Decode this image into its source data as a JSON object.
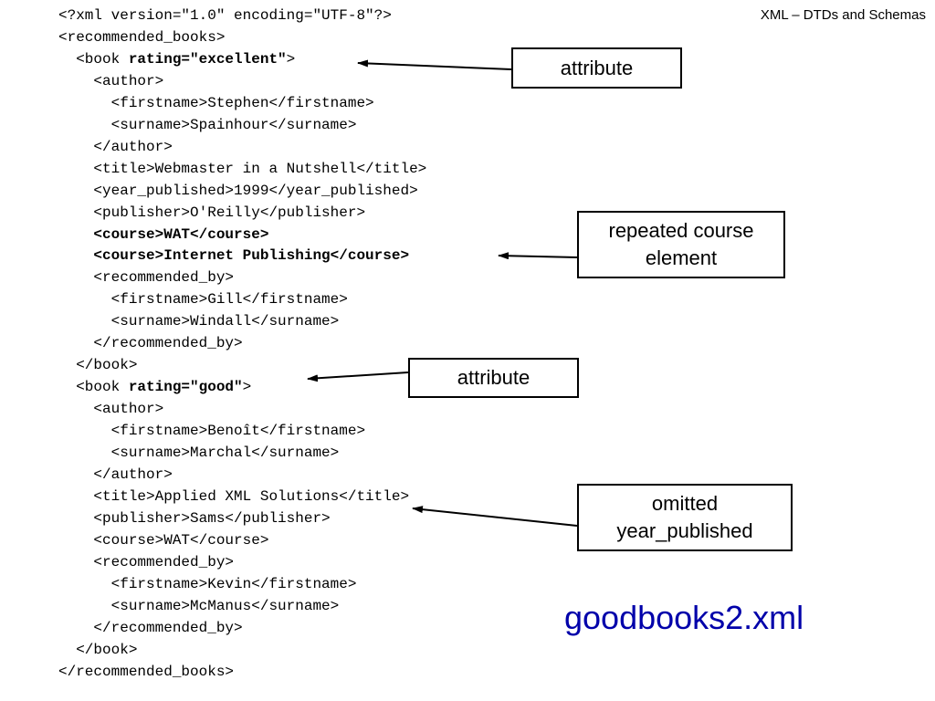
{
  "header": {
    "title": "XML – DTDs and Schemas"
  },
  "code_lines": [
    [
      {
        "t": "<?xml version=\"1.0\" encoding=\"UTF-8\"?>",
        "b": false
      }
    ],
    [
      {
        "t": "<recommended_books>",
        "b": false
      }
    ],
    [
      {
        "t": "  <book ",
        "b": false
      },
      {
        "t": "rating=\"excellent\"",
        "b": true
      },
      {
        "t": ">",
        "b": false
      }
    ],
    [
      {
        "t": "    <author>",
        "b": false
      }
    ],
    [
      {
        "t": "      <firstname>Stephen</firstname>",
        "b": false
      }
    ],
    [
      {
        "t": "      <surname>Spainhour</surname>",
        "b": false
      }
    ],
    [
      {
        "t": "    </author>",
        "b": false
      }
    ],
    [
      {
        "t": "    <title>Webmaster in a Nutshell</title>",
        "b": false
      }
    ],
    [
      {
        "t": "    <year_published>1999</year_published>",
        "b": false
      }
    ],
    [
      {
        "t": "    <publisher>O'Reilly</publisher>",
        "b": false
      }
    ],
    [
      {
        "t": "    <course>WAT</course>",
        "b": true
      }
    ],
    [
      {
        "t": "    <course>Internet Publishing</course>",
        "b": true
      }
    ],
    [
      {
        "t": "    <recommended_by>",
        "b": false
      }
    ],
    [
      {
        "t": "      <firstname>Gill</firstname>",
        "b": false
      }
    ],
    [
      {
        "t": "      <surname>Windall</surname>",
        "b": false
      }
    ],
    [
      {
        "t": "    </recommended_by>",
        "b": false
      }
    ],
    [
      {
        "t": "  </book>",
        "b": false
      }
    ],
    [
      {
        "t": "  <book ",
        "b": false
      },
      {
        "t": "rating=\"good\"",
        "b": true
      },
      {
        "t": ">",
        "b": false
      }
    ],
    [
      {
        "t": "    <author>",
        "b": false
      }
    ],
    [
      {
        "t": "      <firstname>Benoît</firstname>",
        "b": false
      }
    ],
    [
      {
        "t": "      <surname>Marchal</surname>",
        "b": false
      }
    ],
    [
      {
        "t": "    </author>",
        "b": false
      }
    ],
    [
      {
        "t": "    <title>Applied XML Solutions</title>",
        "b": false
      }
    ],
    [
      {
        "t": "    <publisher>Sams</publisher>",
        "b": false
      }
    ],
    [
      {
        "t": "    <course>WAT</course>",
        "b": false
      }
    ],
    [
      {
        "t": "    <recommended_by>",
        "b": false
      }
    ],
    [
      {
        "t": "      <firstname>Kevin</firstname>",
        "b": false
      }
    ],
    [
      {
        "t": "      <surname>McManus</surname>",
        "b": false
      }
    ],
    [
      {
        "t": "    </recommended_by>",
        "b": false
      }
    ],
    [
      {
        "t": "  </book>",
        "b": false
      }
    ],
    [
      {
        "t": "</recommended_books>",
        "b": false
      }
    ]
  ],
  "callouts": {
    "attribute_1": "attribute",
    "repeated_line1": "repeated course",
    "repeated_line2": "element",
    "attribute_2": "attribute",
    "omitted_line1": "omitted",
    "omitted_line2": "year_published"
  },
  "filename": "goodbooks2.xml"
}
